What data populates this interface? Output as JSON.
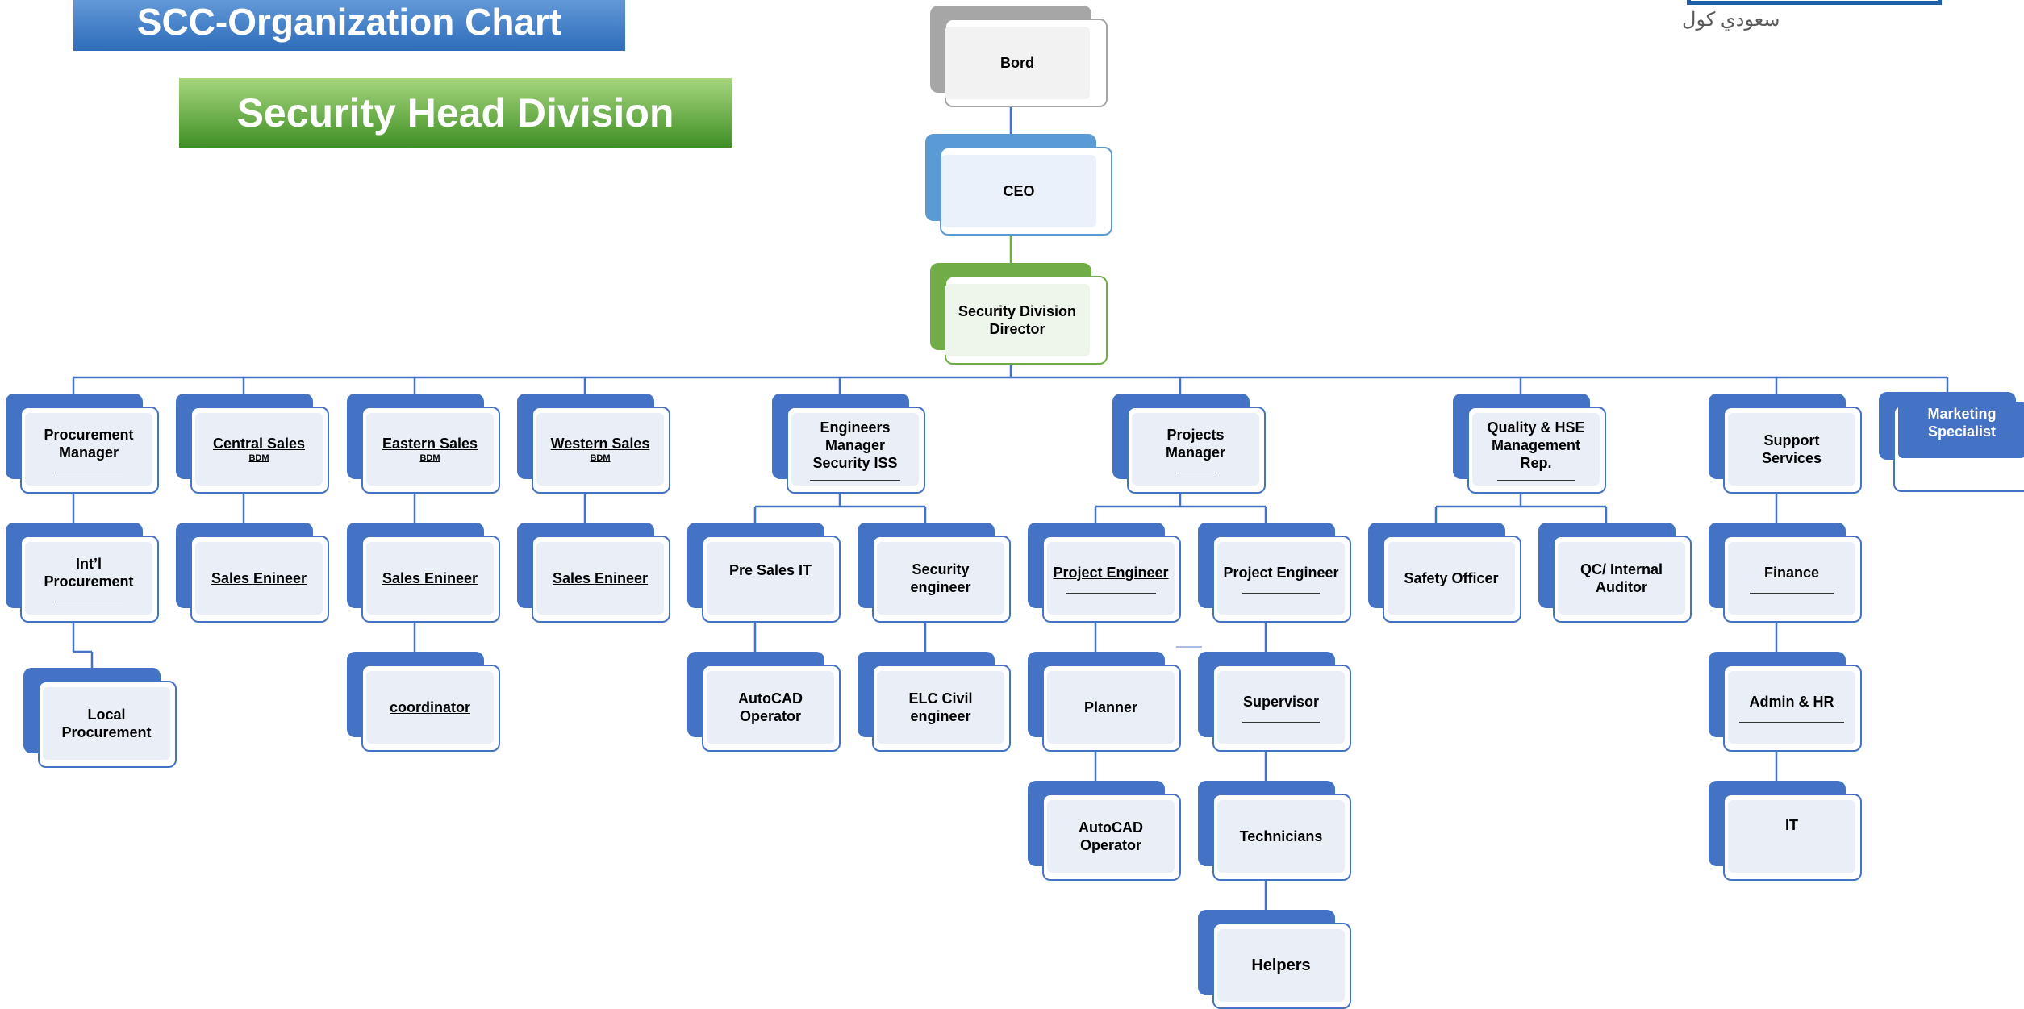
{
  "title": "SCC-Organization Chart",
  "division": "Security Head Division",
  "logo": {
    "arabic": "سعودي كول"
  },
  "nodes": {
    "board": {
      "label": "Bord"
    },
    "ceo": {
      "label": "CEO"
    },
    "director": {
      "label": "Security Division Director"
    },
    "procurement_manager": {
      "label": "Procurement Manager"
    },
    "central_sales": {
      "label": "Central Sales",
      "sub": "BDM"
    },
    "eastern_sales": {
      "label": "Eastern Sales",
      "sub": "BDM"
    },
    "western_sales": {
      "label": "Western Sales",
      "sub": "BDM"
    },
    "engineers_manager": {
      "label": "Engineers Manager Security ISS"
    },
    "projects_manager": {
      "label": "Projects Manager"
    },
    "quality_hse": {
      "label": "Quality & HSE Management Rep."
    },
    "support_services": {
      "label": "Support Services"
    },
    "marketing_specialist": {
      "label": "Marketing Specialist"
    },
    "intl_procurement": {
      "label": "Int’l Procurement"
    },
    "local_procurement": {
      "label": "Local Procurement"
    },
    "central_sales_engineer": {
      "label": "Sales Enineer"
    },
    "eastern_sales_engineer": {
      "label": "Sales Enineer"
    },
    "western_sales_engineer": {
      "label": "Sales Enineer"
    },
    "eastern_coordinator": {
      "label": "coordinator"
    },
    "pre_sales_it": {
      "label": "Pre Sales IT"
    },
    "security_engineer": {
      "label": "Security engineer"
    },
    "autocad_operator_1": {
      "label": "AutoCAD Operator"
    },
    "elc_civil_engineer": {
      "label": "ELC Civil engineer"
    },
    "project_engineer_1": {
      "label": "Project Engineer"
    },
    "project_engineer_2": {
      "label": "Project Engineer"
    },
    "planner": {
      "label": "Planner"
    },
    "supervisor": {
      "label": "Supervisor"
    },
    "autocad_operator_2": {
      "label": "AutoCAD Operator"
    },
    "technicians": {
      "label": "Technicians"
    },
    "helpers": {
      "label": "Helpers"
    },
    "safety_officer": {
      "label": "Safety Officer"
    },
    "qc_internal_auditor": {
      "label": "QC/ Internal Auditor"
    },
    "finance": {
      "label": "Finance"
    },
    "admin_hr": {
      "label": "Admin & HR"
    },
    "it": {
      "label": "IT"
    }
  }
}
